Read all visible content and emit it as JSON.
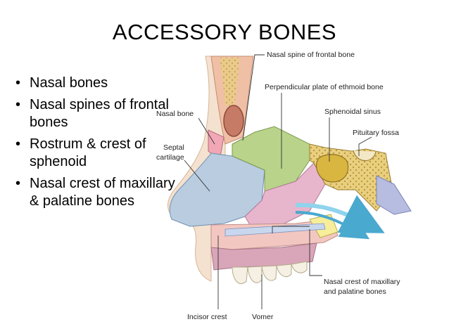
{
  "title": "ACCESSORY BONES",
  "bullets": [
    "Nasal bones",
    "Nasal spines of frontal bones",
    "Rostrum & crest of sphenoid",
    "Nasal crest of maxillary & palatine bones"
  ],
  "labels": {
    "nasal_spine_frontal": "Nasal spine of frontal bone",
    "perpendicular_plate": "Perpendicular plate of ethmoid bone",
    "sphenoidal_sinus": "Sphenoidal sinus",
    "pituitary_fossa": "Pituitary fossa",
    "nasal_bone": "Nasal bone",
    "septal_cartilage_1": "Septal",
    "septal_cartilage_2": "cartilage",
    "nasal_crest_1": "Nasal crest of maxillary",
    "nasal_crest_2": "and palatine bones",
    "incisor_crest": "Incisor crest",
    "vomer": "Vomer"
  }
}
